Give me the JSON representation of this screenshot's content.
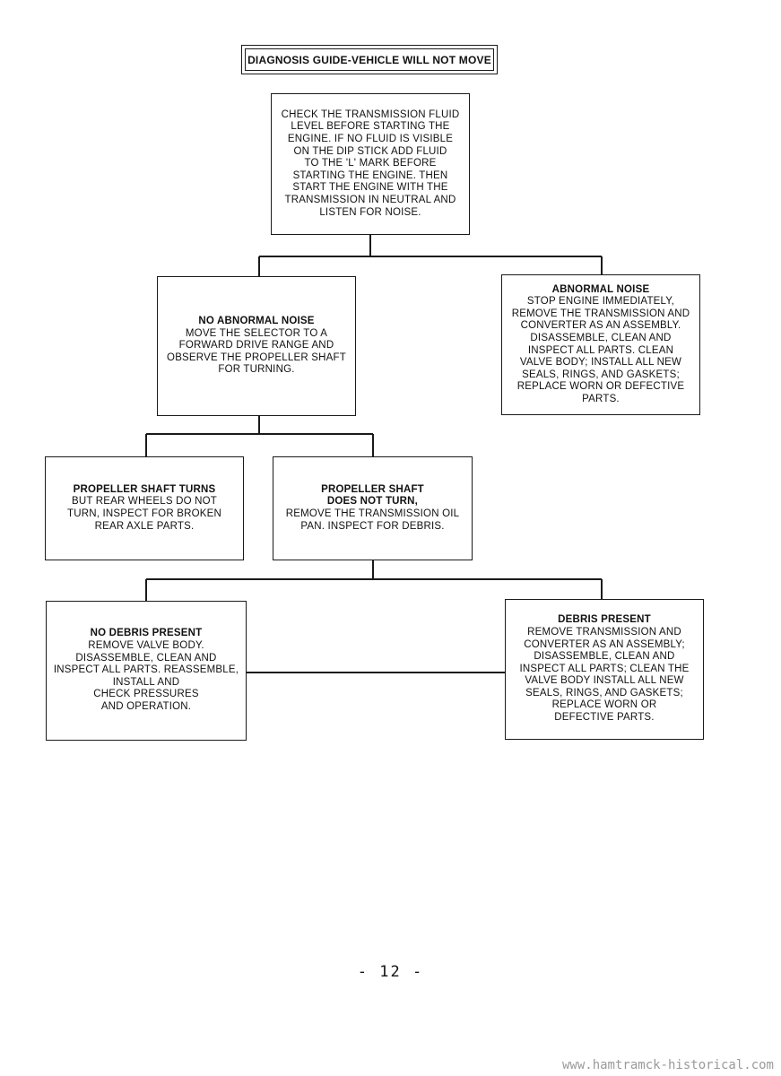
{
  "title": "DIAGNOSIS GUIDE-VEHICLE WILL NOT MOVE",
  "nodes": {
    "start": {
      "head": "",
      "body": "CHECK THE TRANSMISSION FLUID\nLEVEL BEFORE STARTING THE\nENGINE. IF NO FLUID IS VISIBLE\nON THE DIP STICK ADD FLUID\nTO THE 'L' MARK BEFORE\nSTARTING THE ENGINE. THEN\nSTART THE ENGINE WITH THE\nTRANSMISSION IN NEUTRAL AND\nLISTEN FOR NOISE."
    },
    "no_abnormal_noise": {
      "head": "NO ABNORMAL NOISE",
      "body": "MOVE THE SELECTOR TO A\nFORWARD DRIVE RANGE AND\nOBSERVE THE PROPELLER SHAFT\nFOR TURNING."
    },
    "abnormal_noise": {
      "head": "ABNORMAL NOISE",
      "body": "STOP ENGINE IMMEDIATELY,\nREMOVE THE TRANSMISSION AND\nCONVERTER AS AN ASSEMBLY.\nDISASSEMBLE, CLEAN AND\nINSPECT ALL PARTS. CLEAN\nVALVE BODY; INSTALL ALL NEW\nSEALS, RINGS, AND GASKETS;\nREPLACE WORN OR DEFECTIVE\nPARTS."
    },
    "shaft_turns": {
      "head": "PROPELLER SHAFT TURNS",
      "body": "BUT REAR WHEELS DO NOT\nTURN, INSPECT FOR BROKEN\nREAR AXLE PARTS."
    },
    "shaft_not_turn": {
      "head": "PROPELLER SHAFT\nDOES NOT TURN,",
      "body": "REMOVE THE TRANSMISSION OIL\nPAN. INSPECT FOR DEBRIS."
    },
    "no_debris": {
      "head": "NO DEBRIS PRESENT",
      "body": "REMOVE VALVE BODY.\nDISASSEMBLE, CLEAN AND\nINSPECT ALL PARTS. REASSEMBLE,\nINSTALL AND\nCHECK PRESSURES\nAND OPERATION."
    },
    "debris": {
      "head": "DEBRIS PRESENT",
      "body": "REMOVE TRANSMISSION AND\nCONVERTER AS AN ASSEMBLY;\nDISASSEMBLE, CLEAN AND\nINSPECT ALL PARTS; CLEAN THE\nVALVE BODY INSTALL ALL NEW\nSEALS, RINGS, AND GASKETS;\nREPLACE WORN OR\nDEFECTIVE PARTS."
    }
  },
  "page_number": "- 12 -",
  "watermark": "www.hamtramck-historical.com"
}
